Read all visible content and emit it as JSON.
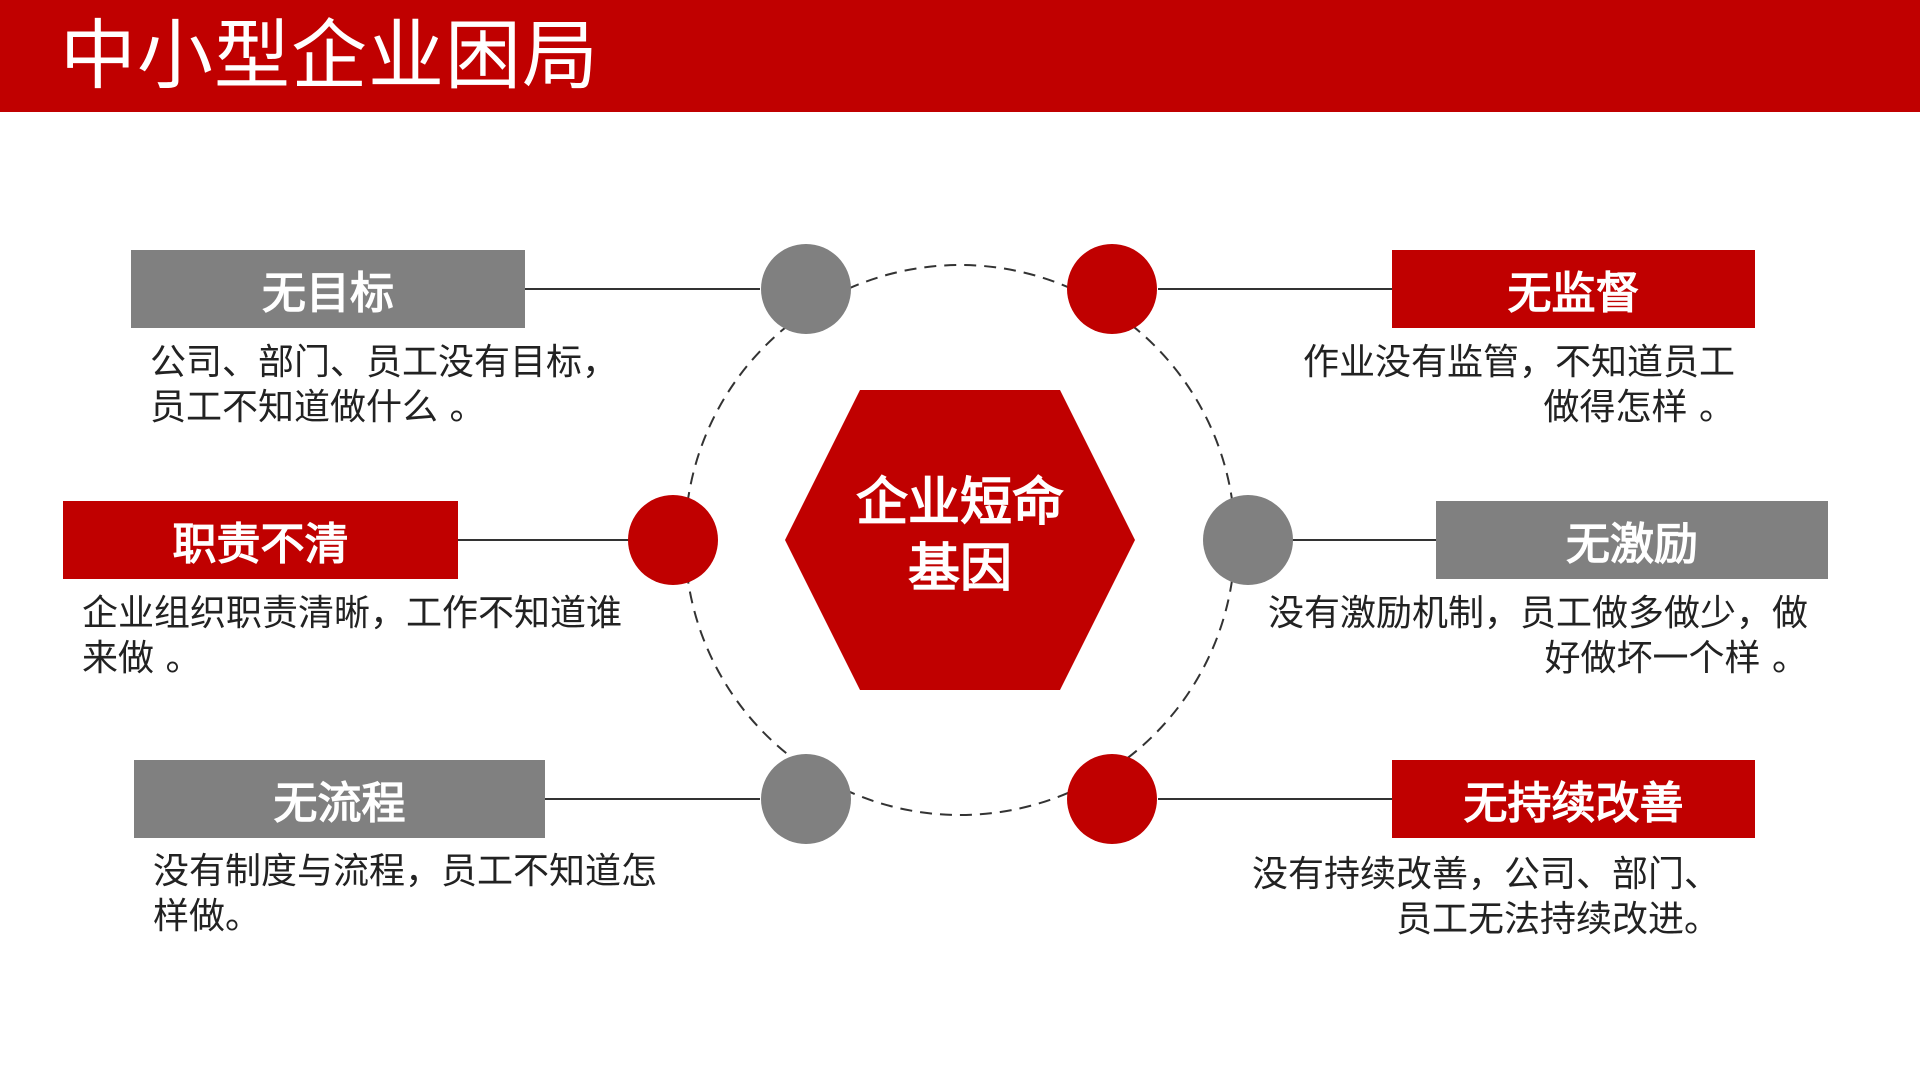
{
  "header": {
    "title": "中小型企业困局"
  },
  "center": {
    "line1": "企业短命",
    "line2": "基因"
  },
  "colors": {
    "red": "#c00000",
    "gray": "#808080"
  },
  "items": [
    {
      "label": "无目标",
      "color": "gray",
      "desc": [
        "公司、部门、员工没有目标，",
        "员工不知道做什么 。"
      ]
    },
    {
      "label": "职责不清",
      "color": "red",
      "desc": [
        "企业组织职责清晰，工作不知道谁",
        "来做 。"
      ]
    },
    {
      "label": "无流程",
      "color": "gray",
      "desc": [
        "没有制度与流程，员工不知道怎",
        "样做。"
      ]
    },
    {
      "label": "无监督",
      "color": "red",
      "desc": [
        "作业没有监管，不知道员工",
        "做得怎样 。"
      ]
    },
    {
      "label": "无激励",
      "color": "gray",
      "desc": [
        "没有激励机制，员工做多做少，做",
        "好做坏一个样 。"
      ]
    },
    {
      "label": "无持续改善",
      "color": "red",
      "desc": [
        "没有持续改善，公司、部门、",
        "员工无法持续改进。"
      ]
    }
  ]
}
